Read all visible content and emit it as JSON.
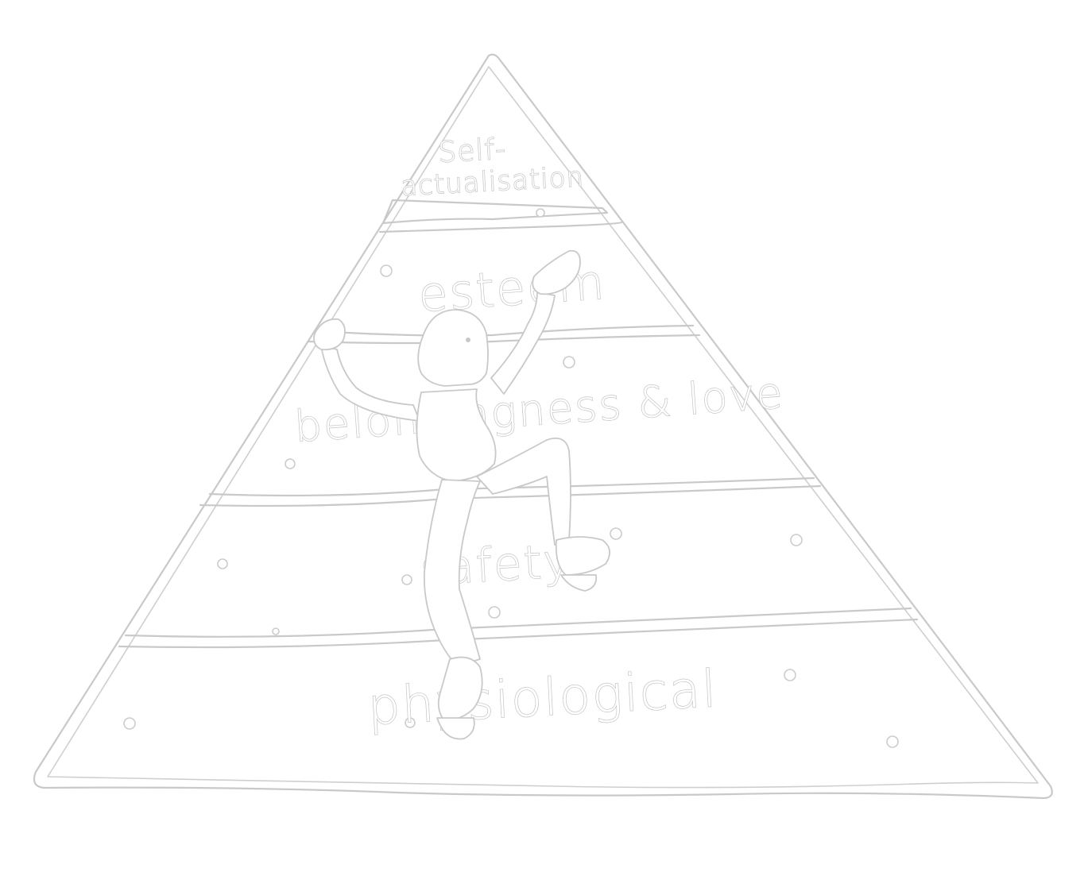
{
  "diagram": {
    "tiers": [
      {
        "id": "self-actualisation",
        "line1": "Self-",
        "line2": "actualisation"
      },
      {
        "id": "esteem",
        "label": "esteem"
      },
      {
        "id": "belongingness",
        "label": "belongingness & love"
      },
      {
        "id": "safety",
        "label": "safety"
      },
      {
        "id": "physiological",
        "label": "physiological"
      }
    ],
    "colors": {
      "background": "#ffffff",
      "outline": "#c9c9c9",
      "fill": "#ffffff"
    },
    "illustration": "climber-figure"
  }
}
